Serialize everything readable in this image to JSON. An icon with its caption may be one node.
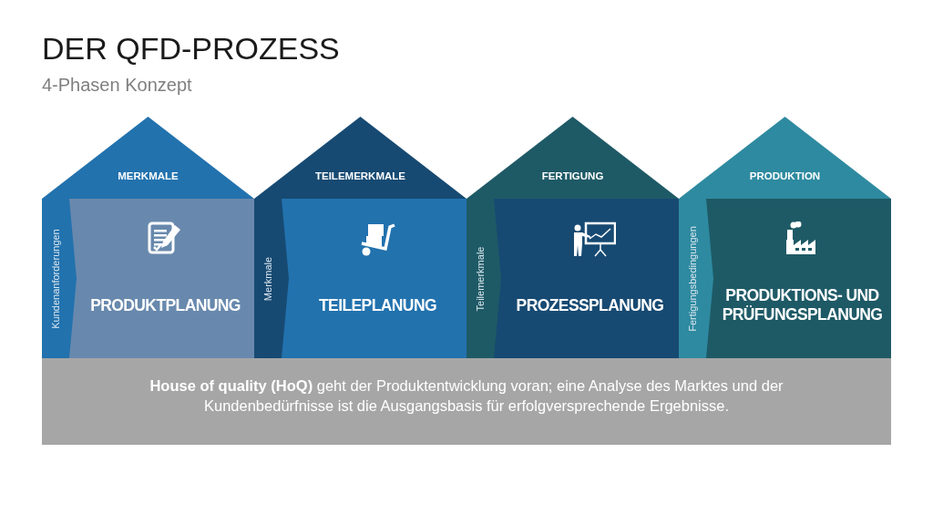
{
  "diagram": {
    "title": "DER QFD-PROZESS",
    "caption": "4-Phasen Konzept",
    "nodes": [
      {
        "text": [
          "MERKMALE"
        ]
      },
      {
        "text": [
          "Kundenanforderungen"
        ]
      },
      {
        "text": [
          "PRODUKTPLANUNG"
        ]
      },
      {
        "text": [
          "TEILEMERKMALE"
        ]
      },
      {
        "text": [
          "Merkmale"
        ]
      },
      {
        "text": [
          "TEILEPLANUNG"
        ]
      },
      {
        "text": [
          "FERTIGUNG"
        ]
      },
      {
        "text": [
          "Teilemerkmale"
        ]
      },
      {
        "text": [
          "PROZESSPLANUNG"
        ]
      },
      {
        "text": [
          "PRODUKTION"
        ]
      },
      {
        "text": [
          "Fertigungsbedingungen"
        ]
      },
      {
        "text": [
          "PRODUKTIONS- UND PRÜFUNGSPLANUNG"
        ]
      },
      {
        "text": [
          "**House of quality (HoQ)** geht der Produktentwicklung voran; eine Analyse des Marktes und der Kundenbedürfnisse ist die Ausgangsbasis für erfolgversprechende Ergebnisse."
        ]
      }
    ]
  }
}
